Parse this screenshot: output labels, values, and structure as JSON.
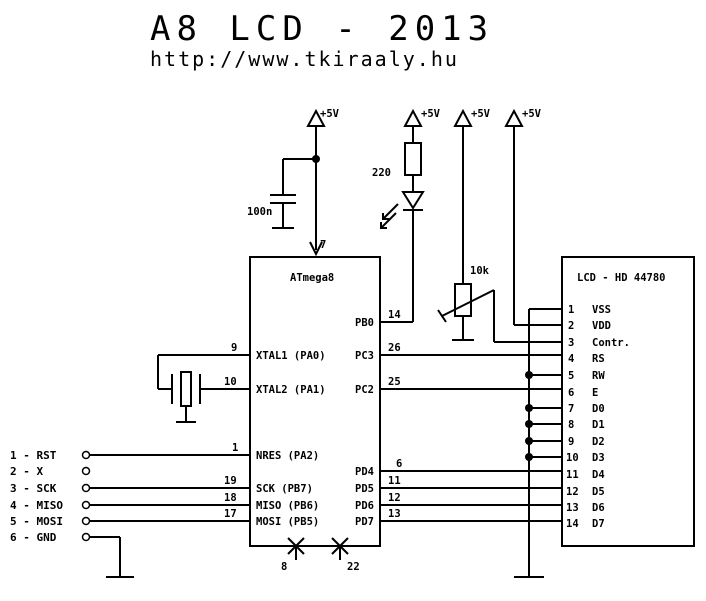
{
  "title": "A8 LCD - 2013",
  "url": "http://www.tkiraaly.hu",
  "supply": "+5V",
  "components": {
    "cap_label": "100n",
    "resistor_label": "220",
    "pot_label": "10k"
  },
  "mcu": {
    "name": "ATmega8",
    "vcc_pin": "7",
    "gnd_pins": [
      "8",
      "22"
    ],
    "pins_left": [
      {
        "num": "9",
        "label": "XTAL1 (PA0)"
      },
      {
        "num": "10",
        "label": "XTAL2 (PA1)"
      },
      {
        "num": "1",
        "label": "NRES (PA2)"
      },
      {
        "num": "19",
        "label": "SCK  (PB7)"
      },
      {
        "num": "18",
        "label": "MISO (PB6)"
      },
      {
        "num": "17",
        "label": "MOSI (PB5)"
      }
    ],
    "pins_right": [
      {
        "num": "14",
        "label": "PB0"
      },
      {
        "num": "26",
        "label": "PC3"
      },
      {
        "num": "25",
        "label": "PC2"
      },
      {
        "num": "6",
        "label": "PD4"
      },
      {
        "num": "11",
        "label": "PD5"
      },
      {
        "num": "12",
        "label": "PD6"
      },
      {
        "num": "13",
        "label": "PD7"
      }
    ]
  },
  "lcd": {
    "name": "LCD - HD 44780",
    "pins": [
      {
        "num": "1",
        "label": "VSS"
      },
      {
        "num": "2",
        "label": "VDD"
      },
      {
        "num": "3",
        "label": "Contr."
      },
      {
        "num": "4",
        "label": "RS"
      },
      {
        "num": "5",
        "label": "RW"
      },
      {
        "num": "6",
        "label": "E"
      },
      {
        "num": "7",
        "label": "D0"
      },
      {
        "num": "8",
        "label": "D1"
      },
      {
        "num": "9",
        "label": "D2"
      },
      {
        "num": "10",
        "label": "D3"
      },
      {
        "num": "11",
        "label": "D4"
      },
      {
        "num": "12",
        "label": "D5"
      },
      {
        "num": "13",
        "label": "D6"
      },
      {
        "num": "14",
        "label": "D7"
      }
    ]
  },
  "isp_header": [
    "1 - RST",
    "2 - X",
    "3 - SCK",
    "4 - MISO",
    "5 - MOSI",
    "6 - GND"
  ]
}
